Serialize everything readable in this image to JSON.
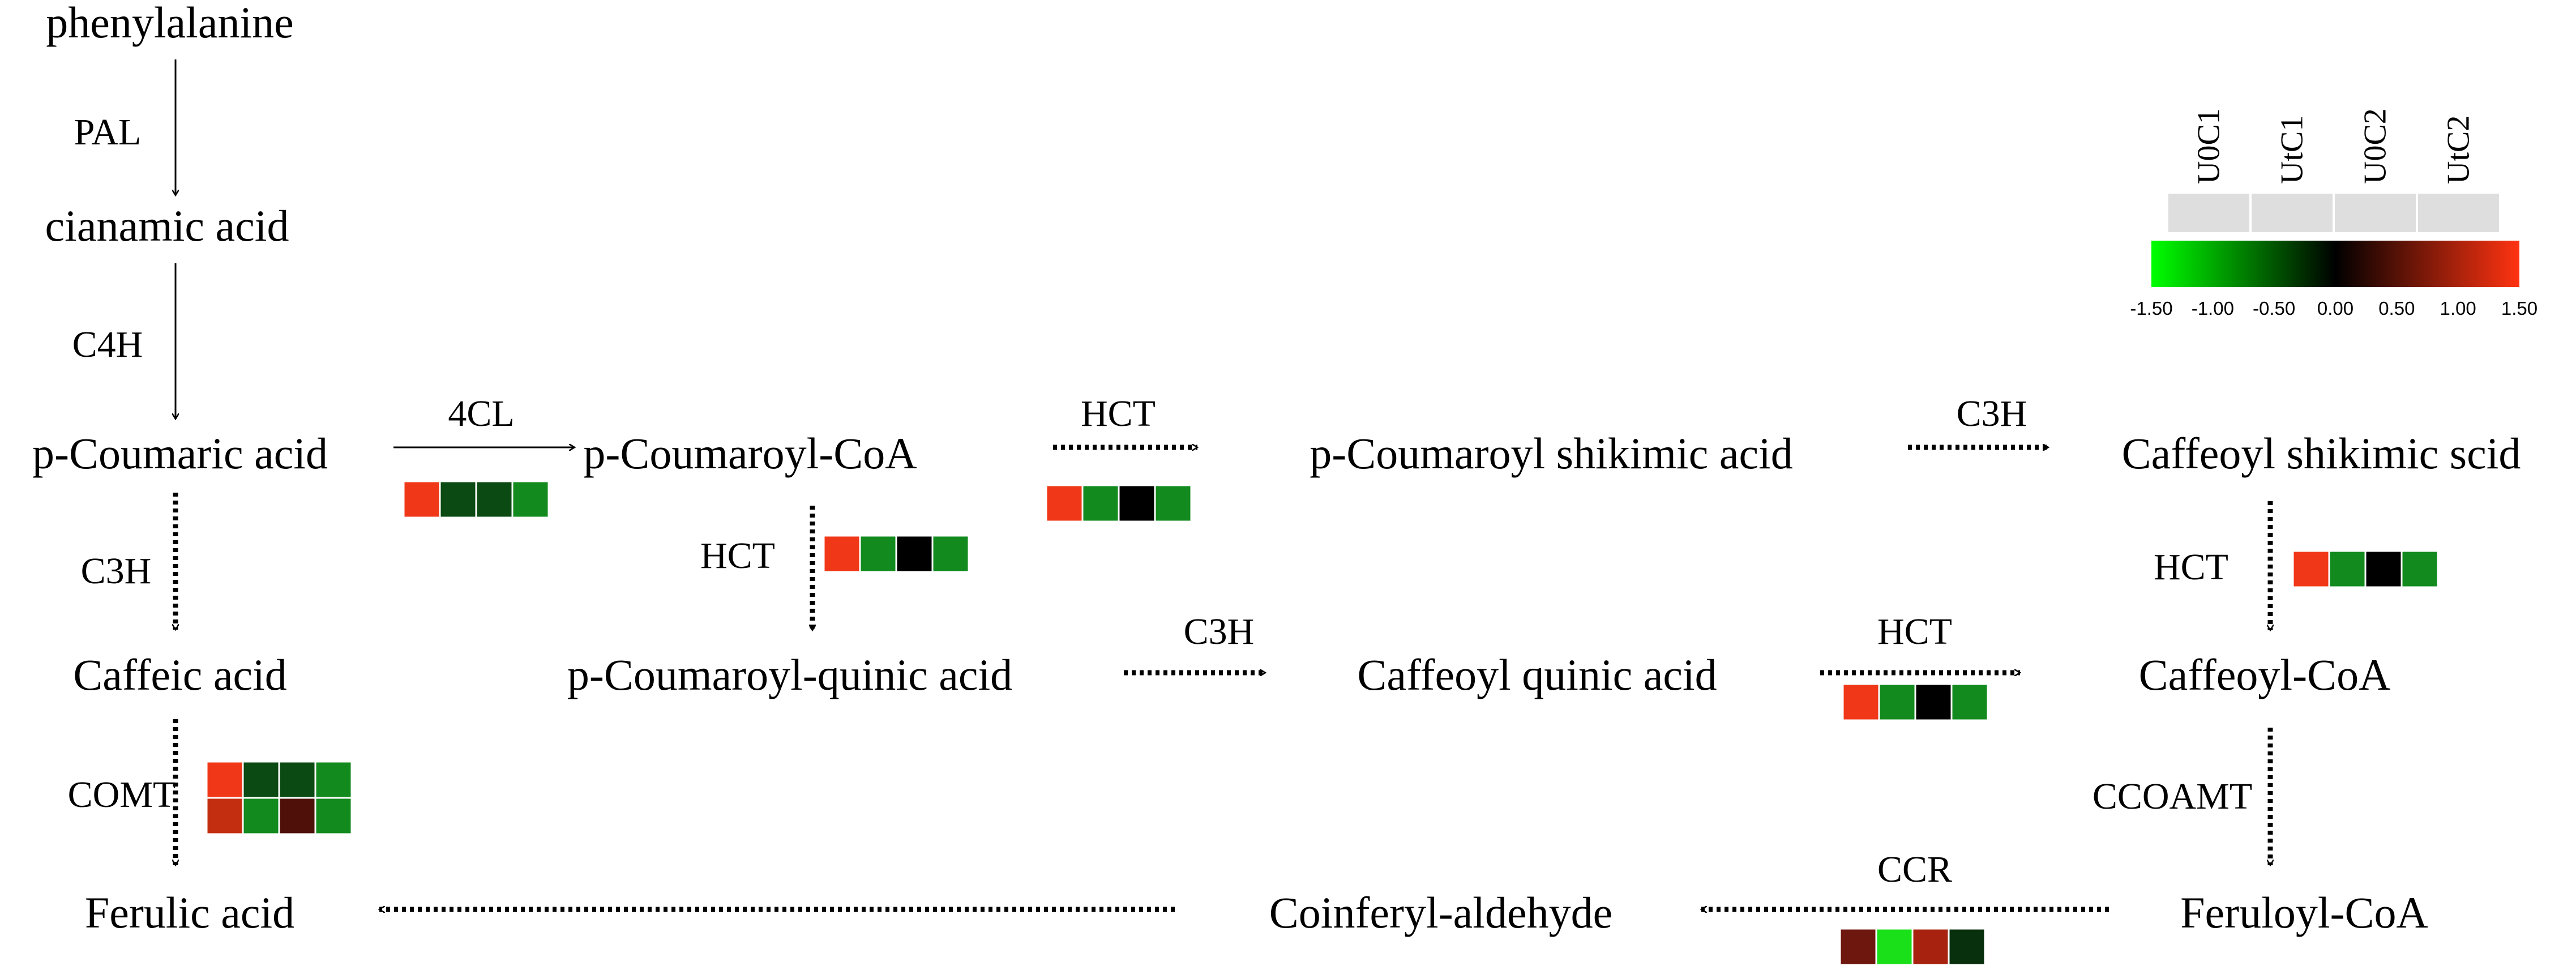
{
  "compounds": {
    "phenylalanine": "phenylalanine",
    "cinnamic": "cianamic acid",
    "p_coumaric": "p-Coumaric acid",
    "p_coumaroyl_coa": "p-Coumaroyl-CoA",
    "p_coumaroyl_shikimic": "p-Coumaroyl shikimic  acid",
    "caffeoyl_shikimic": "Caffeoyl shikimic scid",
    "caffeic": "Caffeic acid",
    "p_coumaroyl_quinic": "p-Coumaroyl-quinic acid",
    "caffeoyl_quinic": "Caffeoyl quinic acid",
    "caffeoyl_coa": "Caffeoyl-CoA",
    "ferulic": "Ferulic acid",
    "coniferyl_aldehyde": "Coinferyl-aldehyde",
    "feruloyl_coa": "Feruloyl-CoA"
  },
  "enzymes": {
    "pal": "PAL",
    "c4h": "C4H",
    "c3h_left": "C3H",
    "comt": "COMT",
    "fourcl": "4CL",
    "hct_top": "HCT",
    "hct_down": "HCT",
    "c3h_top": "C3H",
    "c3h_mid": "C3H",
    "hct_mid": "HCT",
    "hct_right": "HCT",
    "ccoamt": "CCOAMT",
    "ccr": "CCR"
  },
  "colors": {
    "red": "#F03818",
    "green": "#128A1E",
    "dark_green": "#0B4A12",
    "black": "#000000",
    "brick_red": "#C42E10",
    "dark_maroon": "#4E1008",
    "maroon": "#6E170E",
    "bright_green": "#1AE01A",
    "red_brown": "#A8230F",
    "very_dark_green": "#08300C",
    "sample_header": "#DEDEDE"
  },
  "heatmaps": {
    "fourcl": [
      [
        "#F03818",
        "#0B4A12",
        "#0B4A12",
        "#128A1E"
      ]
    ],
    "hct_top": [
      [
        "#F03818",
        "#128A1E",
        "#000000",
        "#128A1E"
      ]
    ],
    "hct_down": [
      [
        "#F03818",
        "#128A1E",
        "#000000",
        "#128A1E"
      ]
    ],
    "hct_right": [
      [
        "#F03818",
        "#128A1E",
        "#000000",
        "#128A1E"
      ]
    ],
    "hct_mid": [
      [
        "#F03818",
        "#128A1E",
        "#000000",
        "#128A1E"
      ]
    ],
    "comt": [
      [
        "#F03818",
        "#0B4A12",
        "#0B4A12",
        "#128A1E"
      ],
      [
        "#C42E10",
        "#128A1E",
        "#4E1008",
        "#128A1E"
      ]
    ],
    "ccr": [
      [
        "#6E170E",
        "#1AE01A",
        "#A8230F",
        "#08300C"
      ]
    ]
  },
  "legend": {
    "samples": [
      "U0C1",
      "UtC1",
      "U0C2",
      "UtC2"
    ],
    "ticks": [
      "-1.50",
      "-1.00",
      "-0.50",
      "0.00",
      "0.50",
      "1.00",
      "1.50"
    ],
    "gradient": [
      "#00FF00",
      "#000000",
      "#FF3311"
    ]
  }
}
